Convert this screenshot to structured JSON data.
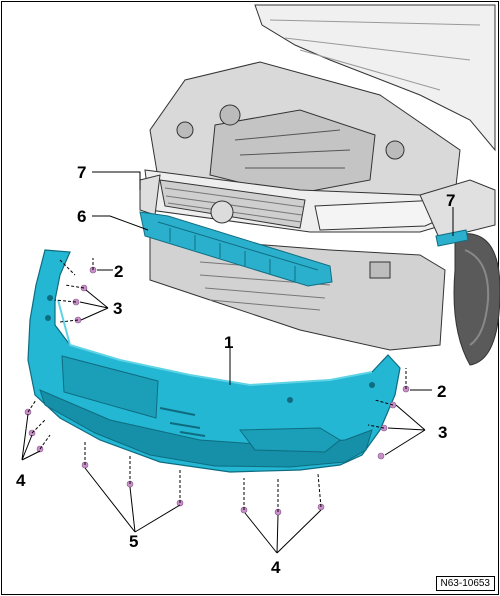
{
  "diagram": {
    "callouts": [
      "1",
      "2",
      "3",
      "4",
      "5",
      "6",
      "7"
    ],
    "reference_code": "N63-10653"
  },
  "colors": {
    "bumper": "#23b7d3",
    "bumper_dark": "#1690a8",
    "bumper_light": "#5fd3e6",
    "bracket": "#2ab0cc",
    "fastener": "#c890c8",
    "vehicle_line": "#333333",
    "vehicle_fill": "#e6e6e6"
  }
}
